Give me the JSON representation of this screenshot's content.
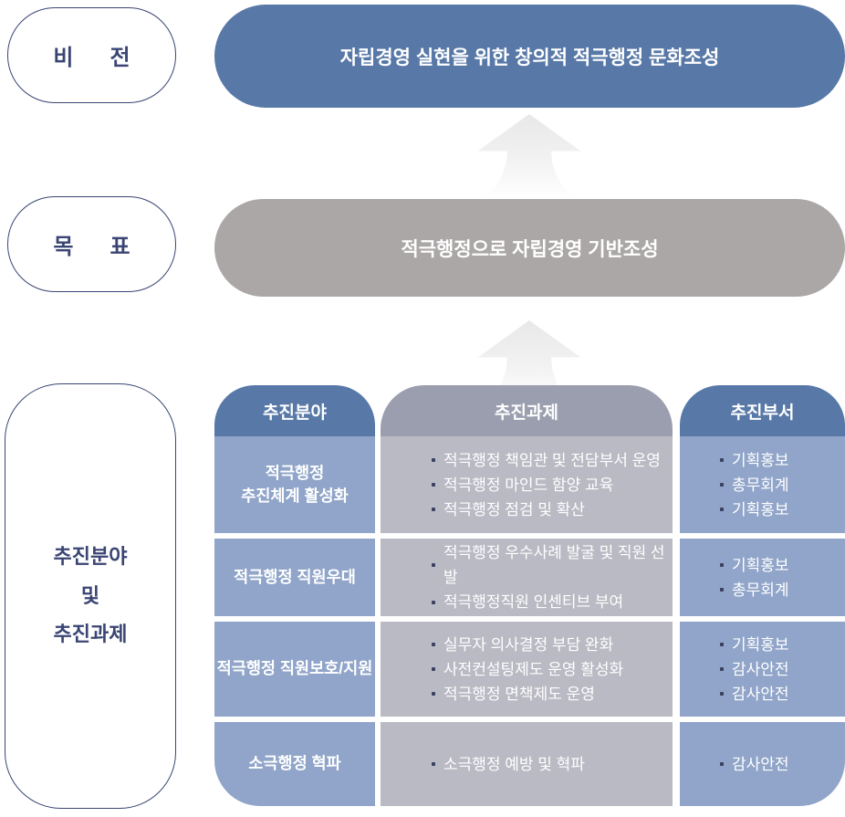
{
  "left_labels": {
    "vision": "비      전",
    "goal": "목      표",
    "area": "추진분야\n및\n추진과제"
  },
  "vision_banner": "자립경영 실현을 위한 창의적 적극행정 문화조성",
  "goal_banner": "적극행정으로 자립경영 기반조성",
  "table": {
    "headers": {
      "area": "추진분야",
      "tasks": "추진과제",
      "depts": "추진부서"
    },
    "rows": [
      {
        "area": "적극행정\n추진체계 활성화",
        "tasks": [
          "적극행정 책임관 및 전담부서 운영",
          "적극행정 마인드 함양 교육",
          "적극행정 점검 및 확산"
        ],
        "depts": [
          "기획홍보",
          "총무회계",
          "기획홍보"
        ]
      },
      {
        "area": "적극행정 직원우대",
        "tasks": [
          "적극행정 우수사례 발굴 및 직원 선발",
          "적극행정직원 인센티브 부여"
        ],
        "depts": [
          "기획홍보",
          "총무회계"
        ]
      },
      {
        "area": "적극행정 직원보호/지원",
        "tasks": [
          "실무자 의사결정 부담 완화",
          "사전컨설팅제도 운영 활성화",
          "적극행정 면책제도 운영"
        ],
        "depts": [
          "기획홍보",
          "감사안전",
          "감사안전"
        ]
      },
      {
        "area": "소극행정 혁파",
        "tasks": [
          "소극행정 예방 및 혁파"
        ],
        "depts": [
          "감사안전"
        ]
      }
    ]
  },
  "icons": {
    "up_arrow": "block-arrow-up"
  },
  "colors": {
    "accent_blue": "#5878A7",
    "light_blue": "#90A5C9",
    "header_gray": "#9B9EAE",
    "cell_gray": "#B9BAC3",
    "goal_gray": "#ABA7A6",
    "navy": "#3A4574",
    "bullet_dot": "#3A4060",
    "arrow_gray": "#E8E8E9"
  }
}
